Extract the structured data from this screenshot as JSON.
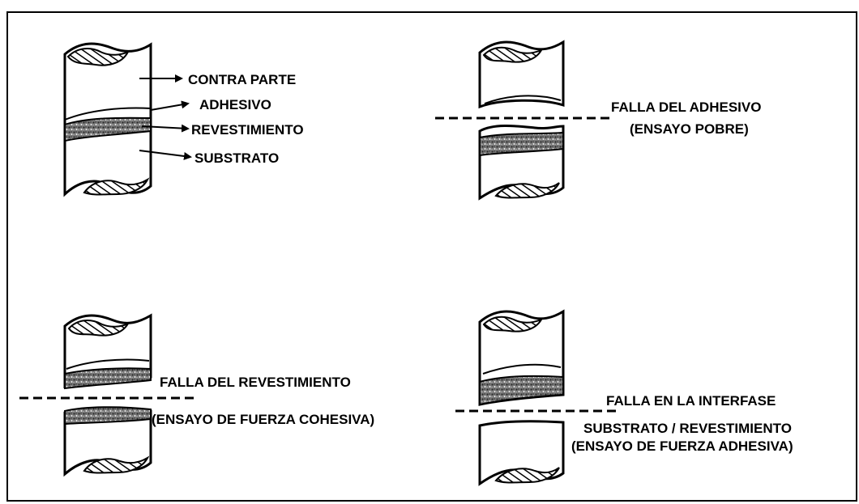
{
  "panels": {
    "reference": {
      "labels": {
        "counterpart": "CONTRA PARTE",
        "adhesive": "ADHESIVO",
        "coating": "REVESTIMIENTO",
        "substrate": "SUBSTRATO"
      }
    },
    "adhesive_failure": {
      "title": "FALLA DEL ADHESIVO",
      "note": "(ENSAYO POBRE)"
    },
    "coating_failure": {
      "title": "FALLA DEL REVESTIMIENTO",
      "note": "(ENSAYO DE FUERZA COHESIVA)"
    },
    "interface_failure": {
      "title": "FALLA EN LA INTERFASE",
      "subtitle": "SUBSTRATO / REVESTIMIENTO",
      "note": "(ENSAYO DE FUERZA ADHESIVA)"
    }
  },
  "colors": {
    "ink": "#000000",
    "background": "#ffffff"
  }
}
